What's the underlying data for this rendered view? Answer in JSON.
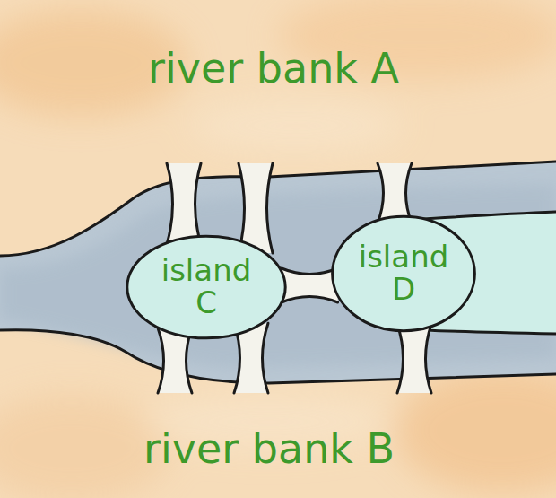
{
  "diagram": {
    "nodes": [
      {
        "text": [
          "river bank A"
        ]
      },
      {
        "text": [
          "island C"
        ]
      },
      {
        "text": [
          "island D"
        ]
      },
      {
        "text": [
          "river bank B"
        ]
      }
    ],
    "edges": [
      {
        "from": 0,
        "to": 1,
        "arrow": "none"
      },
      {
        "from": 0,
        "to": 1,
        "arrow": "none"
      },
      {
        "from": 0,
        "to": 2,
        "arrow": "none"
      },
      {
        "from": 1,
        "to": 2,
        "arrow": "none"
      },
      {
        "from": 1,
        "to": 3,
        "arrow": "none"
      },
      {
        "from": 1,
        "to": 3,
        "arrow": "none"
      },
      {
        "from": 2,
        "to": 3,
        "arrow": "none"
      }
    ]
  }
}
